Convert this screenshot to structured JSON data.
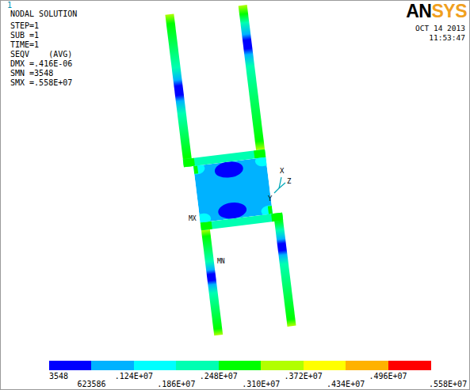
{
  "diagram": {
    "labels": [
      "1",
      "NODAL SOLUTION",
      "STEP=1",
      "SUB =1",
      "TIME=1",
      "SEQV    (AVG)",
      "DMX =.416E-06",
      "SMN =3548",
      "SMX =.558E+07",
      "AN",
      "SYS",
      "OCT 14 2013",
      "11:53:47",
      "X",
      "Y",
      "Z",
      "MX",
      "MN",
      ".558E+07"
    ],
    "legend": [
      {
        "text": "3548",
        "color": "#0000ff"
      },
      {
        "text": "623586",
        "color": "#00b2ff"
      },
      {
        "text": ".124E+07",
        "color": "#00ffff"
      },
      {
        "text": ".186E+07",
        "color": "#00ffb2"
      },
      {
        "text": ".248E+07",
        "color": "#00ff00"
      },
      {
        "text": ".310E+07",
        "color": "#b2ff00"
      },
      {
        "text": ".372E+07",
        "color": "#ffff00"
      },
      {
        "text": ".434E+07",
        "color": "#ffb200"
      },
      {
        "text": ".496E+07",
        "color": "#ff0000"
      }
    ]
  }
}
